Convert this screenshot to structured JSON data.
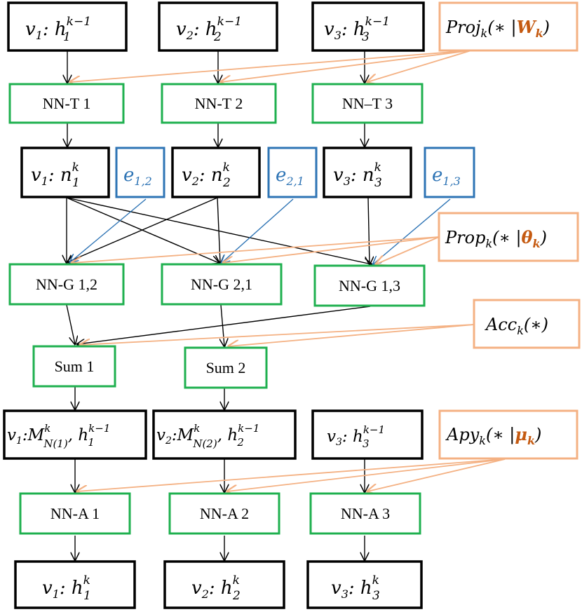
{
  "nodes": {
    "v1_hk1": {
      "var": "v",
      "sub": "1",
      "h": "h",
      "sup": "k−1",
      "hsub": "1"
    },
    "v2_hk1": {
      "var": "v",
      "sub": "2",
      "h": "h",
      "sup": "k−1",
      "hsub": "2"
    },
    "v3_hk1": {
      "var": "v",
      "sub": "3",
      "h": "h",
      "sup": "k−1",
      "hsub": "3"
    },
    "proj": {
      "name": "Proj",
      "sub": "k",
      "arg": "(∗ |",
      "param": "W",
      "psub": "k",
      "close": ")"
    },
    "nnt1": "NN-T 1",
    "nnt2": "NN-T 2",
    "nnt3": "NN–T 3",
    "v1_n": {
      "var": "v",
      "sub": "1",
      "n": "n",
      "sup": "k",
      "nsub": "1"
    },
    "v2_n": {
      "var": "v",
      "sub": "2",
      "n": "n",
      "sup": "k",
      "nsub": "2"
    },
    "v3_n": {
      "var": "v",
      "sub": "3",
      "n": "n",
      "sup": "k",
      "nsub": "3"
    },
    "e12": {
      "e": "e",
      "sub": "1,2"
    },
    "e21": {
      "e": "e",
      "sub": "2,1"
    },
    "e13": {
      "e": "e",
      "sub": "1,3"
    },
    "prop": {
      "name": "Prop",
      "sub": "k",
      "arg": "(∗ |",
      "param": "θ",
      "psub": "k",
      "close": ")"
    },
    "nng12": "NN-G 1,2",
    "nng21": "NN-G 2,1",
    "nng13": "NN-G 1,3",
    "acc": {
      "name": "Acc",
      "sub": "k",
      "arg": "(∗)"
    },
    "sum1": "Sum  1",
    "sum2": "Sum  2",
    "v1_m": {
      "var": "v",
      "sub": "1",
      "m": "M",
      "msup": "k",
      "msub": "N(1)",
      "h": "h",
      "hsup": "k−1",
      "hsub": "1"
    },
    "v2_m": {
      "var": "v",
      "sub": "2",
      "m": "M",
      "msup": "k",
      "msub": "N(2)",
      "h": "h",
      "hsup": "k−1",
      "hsub": "2"
    },
    "v3_h": {
      "var": "v",
      "sub": "3",
      "h": "h",
      "hsup": "k−1",
      "hsub": "3"
    },
    "apy": {
      "name": "Apy",
      "sub": "k",
      "arg": "(∗ |",
      "param": "μ",
      "psub": "k",
      "close": ")"
    },
    "nna1": "NN-A 1",
    "nna2": "NN-A 2",
    "nna3": "NN-A 3",
    "v1_hk": {
      "var": "v",
      "sub": "1",
      "h": "h",
      "sup": "k",
      "hsub": "1"
    },
    "v2_hk": {
      "var": "v",
      "sub": "2",
      "h": "h",
      "sup": "k",
      "hsub": "2"
    },
    "v3_hk": {
      "var": "v",
      "sub": "3",
      "h": "h",
      "sup": "k",
      "hsub": "3"
    }
  },
  "colors": {
    "node_border": "#000000",
    "nn_border": "#1fb04f",
    "edge_border": "#2e74b5",
    "op_border": "#f4b183",
    "op_param": "#c55a11"
  }
}
